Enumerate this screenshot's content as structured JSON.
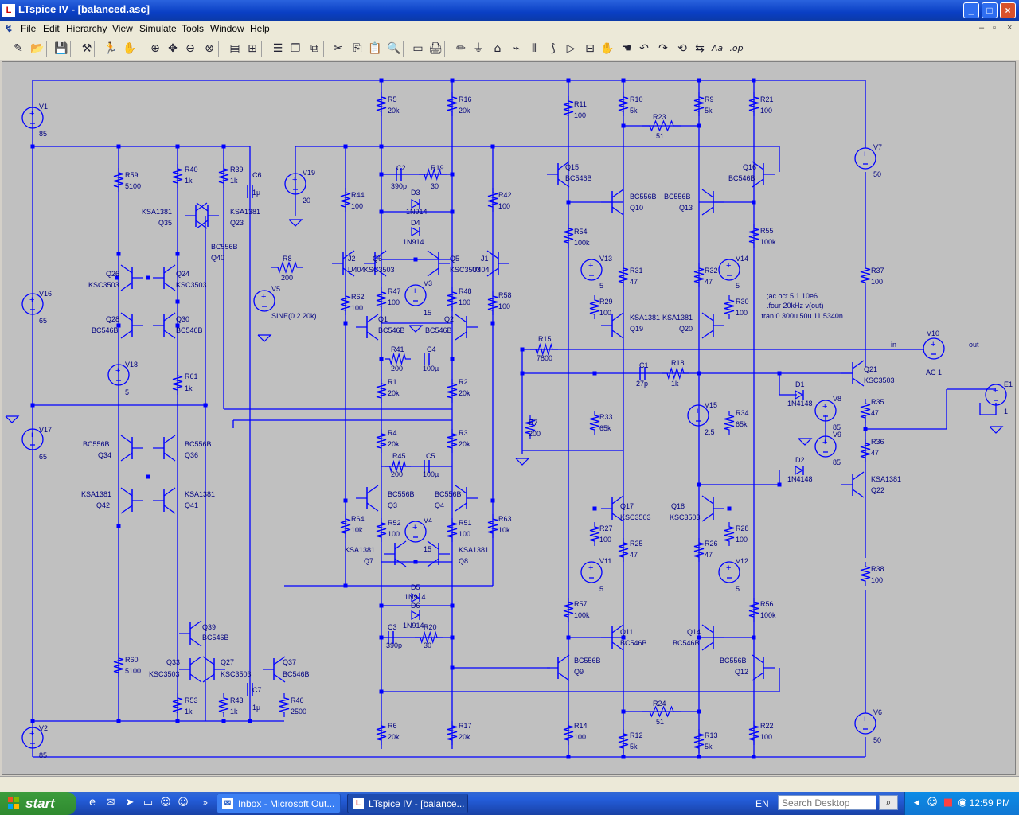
{
  "window": {
    "title": "LTspice IV - [balanced.asc]",
    "app_icon": "ltspice-icon",
    "buttons": {
      "minimize": "_",
      "maximize": "□",
      "close": "×"
    }
  },
  "menubar": {
    "items": [
      "File",
      "Edit",
      "Hierarchy",
      "View",
      "Simulate",
      "Tools",
      "Window",
      "Help"
    ],
    "mdi_controls": [
      "–",
      "▫",
      "×"
    ]
  },
  "toolbar": {
    "icons": [
      "new-schematic-icon",
      "open-icon",
      "save-icon",
      "control-panel-icon",
      "run-icon",
      "halt-icon",
      "zoom-in-icon",
      "pan-icon",
      "zoom-out-icon",
      "zoom-fit-icon",
      "plot-settings-icon",
      "autorange-icon",
      "tile-horizontal-icon",
      "cascade-icon",
      "tile-vertical-icon",
      "cut-icon",
      "copy-icon",
      "paste-icon",
      "find-icon",
      "print-setup-icon",
      "print-icon",
      "draw-wire-icon",
      "ground-icon",
      "label-net-icon",
      "resistor-icon",
      "capacitor-icon",
      "inductor-icon",
      "diode-icon",
      "component-icon",
      "move-icon",
      "drag-icon",
      "undo-icon",
      "redo-icon",
      "rotate-icon",
      "mirror-icon",
      "text-icon",
      "spice-directive-icon"
    ]
  },
  "schematic": {
    "bg_color": "#c0c0c0",
    "wire_color": "#0000ff",
    "text_color": "#000080",
    "labels": [
      {
        "t": "V1"
      },
      {
        "t": "85"
      },
      {
        "t": "V16"
      },
      {
        "t": "65"
      },
      {
        "t": "V17"
      },
      {
        "t": "65"
      },
      {
        "t": "V2"
      },
      {
        "t": "85"
      },
      {
        "t": "R59"
      },
      {
        "t": "5100"
      },
      {
        "t": "R40"
      },
      {
        "t": "1k"
      },
      {
        "t": "R39"
      },
      {
        "t": "1k"
      },
      {
        "t": "C6"
      },
      {
        "t": "1µ"
      },
      {
        "t": "KSA1381"
      },
      {
        "t": "Q35"
      },
      {
        "t": "KSA1381"
      },
      {
        "t": "Q23"
      },
      {
        "t": "BC556B"
      },
      {
        "t": "Q40"
      },
      {
        "t": "Q26"
      },
      {
        "t": "KSC3503"
      },
      {
        "t": "Q24"
      },
      {
        "t": "KSC3503"
      },
      {
        "t": "Q28"
      },
      {
        "t": "BC546B"
      },
      {
        "t": "Q30"
      },
      {
        "t": "BC546B"
      },
      {
        "t": "V18"
      },
      {
        "t": "5"
      },
      {
        "t": "R61"
      },
      {
        "t": "1k"
      },
      {
        "t": "BC556B"
      },
      {
        "t": "Q34"
      },
      {
        "t": "BC556B"
      },
      {
        "t": "Q36"
      },
      {
        "t": "KSA1381"
      },
      {
        "t": "Q42"
      },
      {
        "t": "KSA1381"
      },
      {
        "t": "Q41"
      },
      {
        "t": "R60"
      },
      {
        "t": "5100"
      },
      {
        "t": "Q39"
      },
      {
        "t": "BC546B"
      },
      {
        "t": "Q33"
      },
      {
        "t": "KSC3503"
      },
      {
        "t": "Q27"
      },
      {
        "t": "KSC3503"
      },
      {
        "t": "Q37"
      },
      {
        "t": "BC546B"
      },
      {
        "t": "C7"
      },
      {
        "t": "1µ"
      },
      {
        "t": "R53"
      },
      {
        "t": "1k"
      },
      {
        "t": "R43"
      },
      {
        "t": "1k"
      },
      {
        "t": "R46"
      },
      {
        "t": "2500"
      },
      {
        "t": "V19"
      },
      {
        "t": "20"
      },
      {
        "t": "R8"
      },
      {
        "t": "200"
      },
      {
        "t": "V5"
      },
      {
        "t": "SINE(0 2 20k)"
      },
      {
        "t": "R5"
      },
      {
        "t": "20k"
      },
      {
        "t": "R16"
      },
      {
        "t": "20k"
      },
      {
        "t": "C2"
      },
      {
        "t": "390p"
      },
      {
        "t": "R19"
      },
      {
        "t": "30"
      },
      {
        "t": "D3"
      },
      {
        "t": "1N914"
      },
      {
        "t": "D4"
      },
      {
        "t": "1N914"
      },
      {
        "t": "R44"
      },
      {
        "t": "100"
      },
      {
        "t": "R42"
      },
      {
        "t": "100"
      },
      {
        "t": "J2"
      },
      {
        "t": "U404"
      },
      {
        "t": "Q6"
      },
      {
        "t": "KSC3503"
      },
      {
        "t": "Q5"
      },
      {
        "t": "KSC3503"
      },
      {
        "t": "J1"
      },
      {
        "t": "U404"
      },
      {
        "t": "R47"
      },
      {
        "t": "100"
      },
      {
        "t": "V3"
      },
      {
        "t": "15"
      },
      {
        "t": "R48"
      },
      {
        "t": "100"
      },
      {
        "t": "R62"
      },
      {
        "t": "100"
      },
      {
        "t": "R58"
      },
      {
        "t": "100"
      },
      {
        "t": "Q1"
      },
      {
        "t": "BC546B"
      },
      {
        "t": "Q2"
      },
      {
        "t": "BC546B"
      },
      {
        "t": "R41"
      },
      {
        "t": "200"
      },
      {
        "t": "C4"
      },
      {
        "t": "100µ"
      },
      {
        "t": "R1"
      },
      {
        "t": "20k"
      },
      {
        "t": "R2"
      },
      {
        "t": "20k"
      },
      {
        "t": "R4"
      },
      {
        "t": "20k"
      },
      {
        "t": "R3"
      },
      {
        "t": "20k"
      },
      {
        "t": "R45"
      },
      {
        "t": "200"
      },
      {
        "t": "C5"
      },
      {
        "t": "100µ"
      },
      {
        "t": "BC556B"
      },
      {
        "t": "Q3"
      },
      {
        "t": "BC556B"
      },
      {
        "t": "Q4"
      },
      {
        "t": "R64"
      },
      {
        "t": "10k"
      },
      {
        "t": "R52"
      },
      {
        "t": "100"
      },
      {
        "t": "V4"
      },
      {
        "t": "15"
      },
      {
        "t": "R51"
      },
      {
        "t": "100"
      },
      {
        "t": "R63"
      },
      {
        "t": "10k"
      },
      {
        "t": "KSA1381"
      },
      {
        "t": "Q7"
      },
      {
        "t": "KSA1381"
      },
      {
        "t": "Q8"
      },
      {
        "t": "D5"
      },
      {
        "t": "1N914"
      },
      {
        "t": "D6"
      },
      {
        "t": "1N914"
      },
      {
        "t": "C3"
      },
      {
        "t": "390p"
      },
      {
        "t": "R20"
      },
      {
        "t": "30"
      },
      {
        "t": "R6"
      },
      {
        "t": "20k"
      },
      {
        "t": "R17"
      },
      {
        "t": "20k"
      },
      {
        "t": "R15"
      },
      {
        "t": "7800"
      },
      {
        "t": "R7"
      },
      {
        "t": "200"
      },
      {
        "t": "R11"
      },
      {
        "t": "100"
      },
      {
        "t": "R10"
      },
      {
        "t": "5k"
      },
      {
        "t": "R23"
      },
      {
        "t": "51"
      },
      {
        "t": "R9"
      },
      {
        "t": "5k"
      },
      {
        "t": "R21"
      },
      {
        "t": "100"
      },
      {
        "t": "Q15"
      },
      {
        "t": "BC546B"
      },
      {
        "t": "BC556B"
      },
      {
        "t": "Q10"
      },
      {
        "t": "BC556B"
      },
      {
        "t": "Q13"
      },
      {
        "t": "Q16"
      },
      {
        "t": "BC546B"
      },
      {
        "t": "R54"
      },
      {
        "t": "100k"
      },
      {
        "t": "V13"
      },
      {
        "t": "5"
      },
      {
        "t": "R31"
      },
      {
        "t": "47"
      },
      {
        "t": "R32"
      },
      {
        "t": "47"
      },
      {
        "t": "V14"
      },
      {
        "t": "5"
      },
      {
        "t": "R55"
      },
      {
        "t": "100k"
      },
      {
        "t": "R29"
      },
      {
        "t": "100"
      },
      {
        "t": "KSA1381"
      },
      {
        "t": "Q19"
      },
      {
        "t": "KSA1381"
      },
      {
        "t": "Q20"
      },
      {
        "t": "R30"
      },
      {
        "t": "100"
      },
      {
        "t": "C1"
      },
      {
        "t": "27p"
      },
      {
        "t": "R18"
      },
      {
        "t": "1k"
      },
      {
        "t": "V15"
      },
      {
        "t": "2.5"
      },
      {
        "t": "R34"
      },
      {
        "t": "65k"
      },
      {
        "t": "R33"
      },
      {
        "t": "65k"
      },
      {
        "t": "Q17"
      },
      {
        "t": "KSC3503"
      },
      {
        "t": "Q18"
      },
      {
        "t": "KSC3503"
      },
      {
        "t": "R27"
      },
      {
        "t": "100"
      },
      {
        "t": "R25"
      },
      {
        "t": "47"
      },
      {
        "t": "R26"
      },
      {
        "t": "47"
      },
      {
        "t": "R28"
      },
      {
        "t": "100"
      },
      {
        "t": "V11"
      },
      {
        "t": "5"
      },
      {
        "t": "V12"
      },
      {
        "t": "5"
      },
      {
        "t": "R57"
      },
      {
        "t": "100k"
      },
      {
        "t": "R56"
      },
      {
        "t": "100k"
      },
      {
        "t": "Q11"
      },
      {
        "t": "BC546B"
      },
      {
        "t": "Q14"
      },
      {
        "t": "BC546B"
      },
      {
        "t": "BC556B"
      },
      {
        "t": "Q9"
      },
      {
        "t": "BC556B"
      },
      {
        "t": "Q12"
      },
      {
        "t": "R24"
      },
      {
        "t": "51"
      },
      {
        "t": "R14"
      },
      {
        "t": "100"
      },
      {
        "t": "R12"
      },
      {
        "t": "5k"
      },
      {
        "t": "R13"
      },
      {
        "t": "5k"
      },
      {
        "t": "R22"
      },
      {
        "t": "100"
      },
      {
        "t": "V7"
      },
      {
        "t": "50"
      },
      {
        "t": "R37"
      },
      {
        "t": "100"
      },
      {
        "t": "V6"
      },
      {
        "t": "50"
      },
      {
        "t": "R38"
      },
      {
        "t": "100"
      },
      {
        "t": ";ac oct 5 1 10e6"
      },
      {
        "t": ".four 20kHz v(out)"
      },
      {
        "t": ".tran 0 300u 50u 11.5340n"
      },
      {
        "t": "in"
      },
      {
        "t": "V10"
      },
      {
        "t": "AC 1"
      },
      {
        "t": "out"
      },
      {
        "t": "E1"
      },
      {
        "t": "1"
      },
      {
        "t": "Q21"
      },
      {
        "t": "KSC3503"
      },
      {
        "t": "R35"
      },
      {
        "t": "47"
      },
      {
        "t": "R36"
      },
      {
        "t": "47"
      },
      {
        "t": "KSA1381"
      },
      {
        "t": "Q22"
      },
      {
        "t": "D1"
      },
      {
        "t": "1N4148"
      },
      {
        "t": "D2"
      },
      {
        "t": "1N4148"
      },
      {
        "t": "V8"
      },
      {
        "t": "85"
      },
      {
        "t": "V9"
      },
      {
        "t": "85"
      }
    ]
  },
  "taskbar": {
    "start_label": "start",
    "quicklaunch": [
      "ie-icon",
      "outlook-icon",
      "media-icon",
      "desktop-icon",
      "messenger-icon"
    ],
    "overflow": "»",
    "tasks": [
      {
        "label": "Inbox - Microsoft Out...",
        "icon": "outlook-icon",
        "active": false
      },
      {
        "label": "LTspice IV - [balance...",
        "icon": "ltspice-icon",
        "active": true
      }
    ],
    "language": "EN",
    "search_placeholder": "Search Desktop",
    "clock": "12:59 PM"
  }
}
